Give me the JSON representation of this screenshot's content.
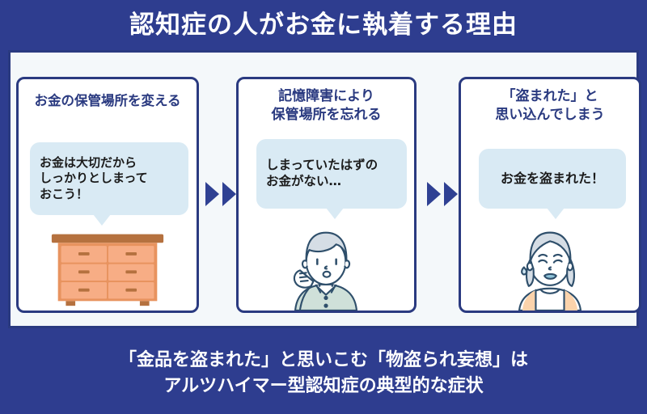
{
  "header": {
    "title": "認知症の人がお金に執着する理由",
    "bg_color": "#2e3d8f",
    "text_color": "#ffffff"
  },
  "theme": {
    "navy": "#2a3a80",
    "arrow_blue": "#2f4193",
    "panel_bg": "#ffffff",
    "content_bg": "#f4f8fa",
    "bubble_bg": "#d9eaf4",
    "bubble_text": "#1b1b1b"
  },
  "panels": [
    {
      "id": "panel-1",
      "heading": "お金の保管場所を変える",
      "bubble": "お金は大切だから\nしっかりとしまって\nおこう！",
      "illustration": "chest-of-drawers"
    },
    {
      "id": "panel-2",
      "heading": "記憶障害により\n保管場所を忘れる",
      "bubble": "しまっていたはずの\nお金がない…",
      "illustration": "worried-elderly-woman"
    },
    {
      "id": "panel-3",
      "heading": "「盗まれた」と\n思い込んでしまう",
      "bubble": "お金を盗まれた！",
      "illustration": "distressed-elderly-woman"
    }
  ],
  "arrows": [
    {
      "id": "arrow-group-1",
      "glyph": "▶▶"
    },
    {
      "id": "arrow-group-2",
      "glyph": "▶▶"
    }
  ],
  "footer": {
    "line1": "「金品を盗まれた」と思いこむ「物盗られ妄想」は",
    "line2": "アルツハイマー型認知症の典型的な症状"
  }
}
